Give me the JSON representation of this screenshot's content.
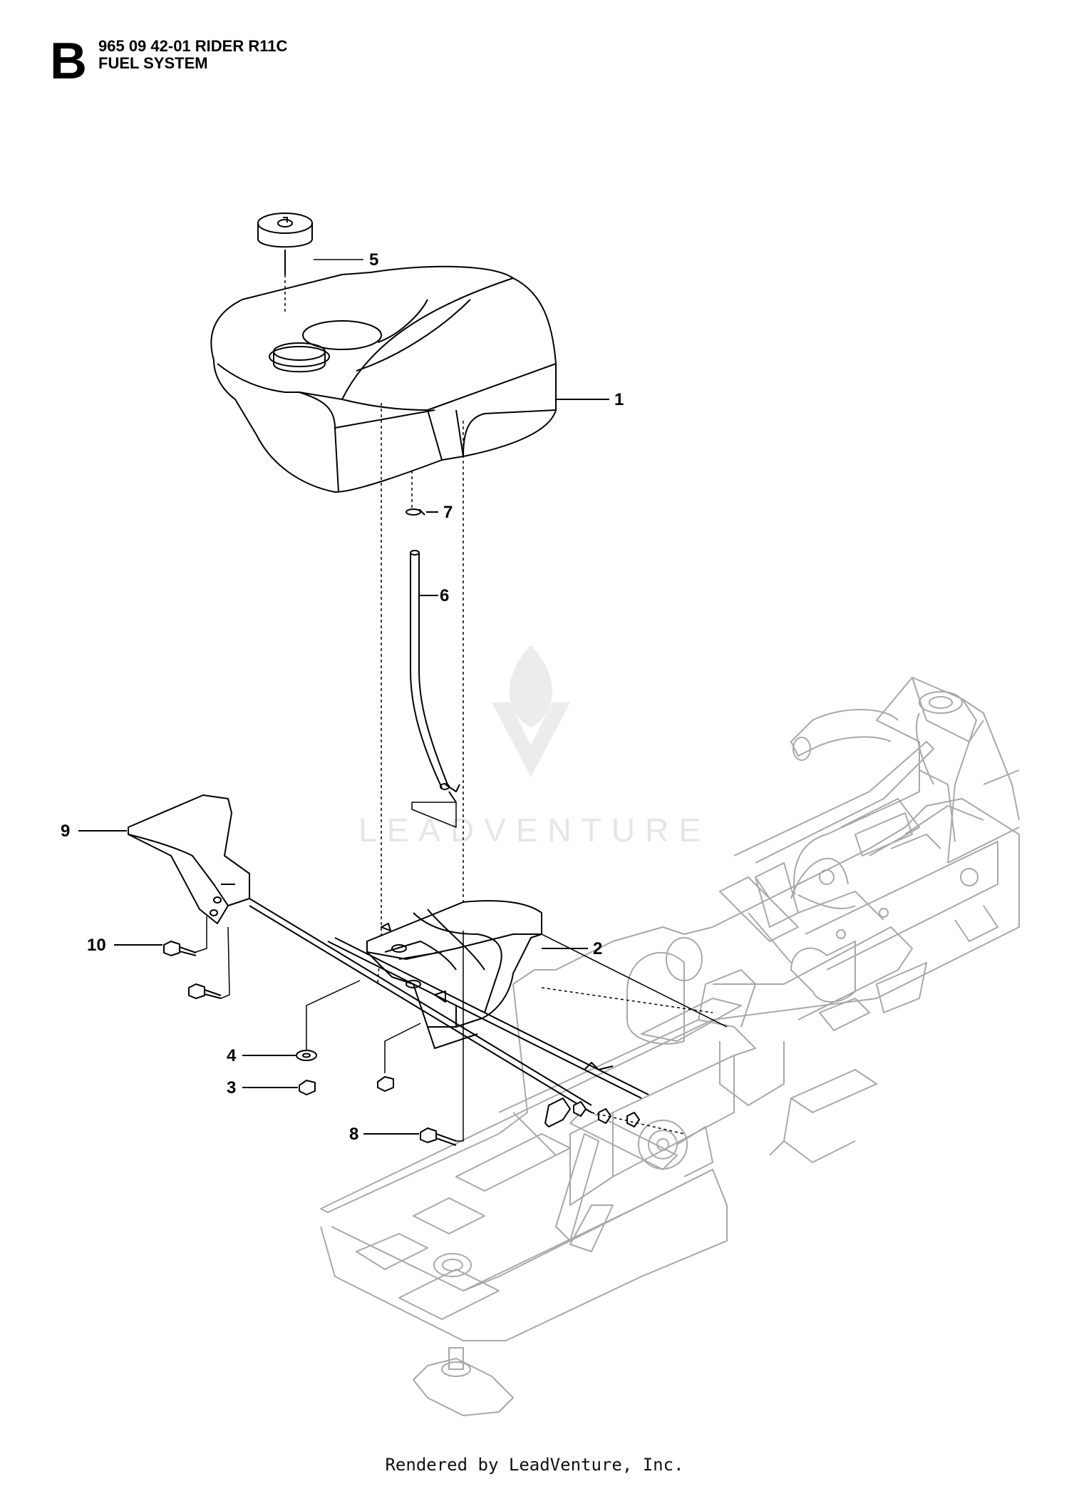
{
  "header": {
    "section_letter": "B",
    "model": "965 09 42-01 RIDER R11C",
    "section_title": "FUEL SYSTEM"
  },
  "watermark": {
    "text": "LEADVENTURE"
  },
  "callouts": [
    {
      "id": "1",
      "label": "1"
    },
    {
      "id": "2",
      "label": "2"
    },
    {
      "id": "3",
      "label": "3"
    },
    {
      "id": "4",
      "label": "4"
    },
    {
      "id": "5",
      "label": "5"
    },
    {
      "id": "6",
      "label": "6"
    },
    {
      "id": "7",
      "label": "7"
    },
    {
      "id": "8",
      "label": "8"
    },
    {
      "id": "9",
      "label": "9"
    },
    {
      "id": "10",
      "label": "10"
    }
  ],
  "footer": {
    "credit": "Rendered by LeadVenture, Inc."
  },
  "colors": {
    "ink": "#000000",
    "frame_gray": "#a8a8a8",
    "watermark": "#e6e6e6"
  }
}
